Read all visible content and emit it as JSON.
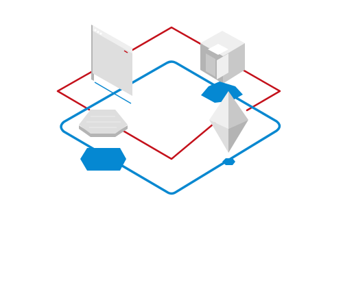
{
  "colors": {
    "background": "#ffffff",
    "red_loop": "#c4111b",
    "blue_loop": "#0a88d0",
    "blue_node": "#0588d2",
    "panel_front": "#dedede",
    "panel_side": "#c8c8c8",
    "panel_dark": "#b4b4b4",
    "panel_light": "#efefef"
  },
  "icons": {
    "browser_window": "browser-window-icon",
    "box": "server-box-icon",
    "octahedron": "ethereum-crystal-icon",
    "chip": "hex-chip-icon"
  },
  "diagram": {
    "loops": [
      "red-loop",
      "blue-loop"
    ],
    "nodes": [
      "browser-window",
      "server-box",
      "crystal",
      "hex-chip",
      "blue-hexagon-large",
      "blue-hexagon-top",
      "blue-connector"
    ]
  }
}
